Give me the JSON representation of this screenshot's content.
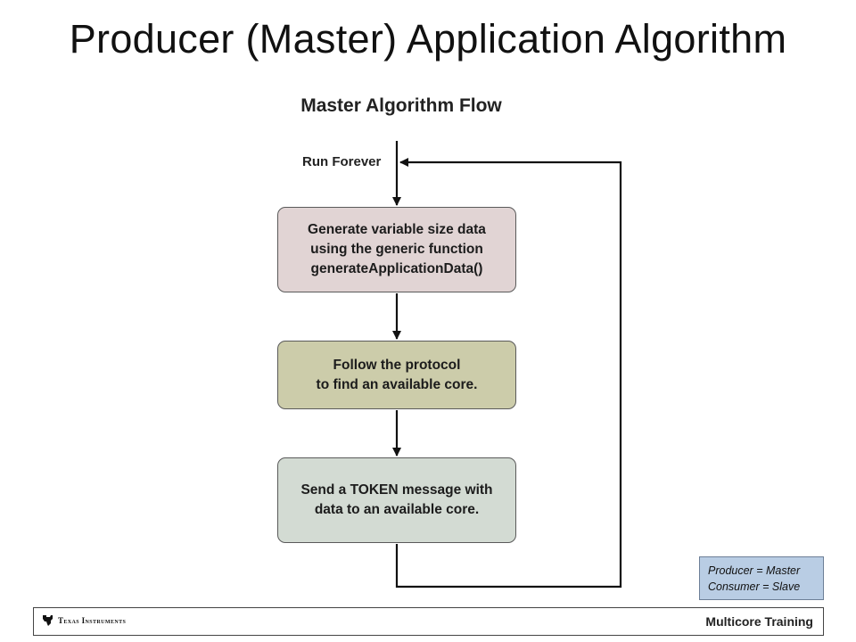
{
  "slide": {
    "title": "Producer (Master) Application Algorithm"
  },
  "diagram": {
    "title": "Master Algorithm Flow",
    "loop_label": "Run Forever",
    "steps": [
      {
        "text": "Generate variable size data\nusing the generic function\ngenerateApplicationData()",
        "fill": "#e1d4d4"
      },
      {
        "text": "Follow the protocol\nto find an available core.",
        "fill": "#ccccaa"
      },
      {
        "text": "Send a TOKEN message with\ndata to an available core.",
        "fill": "#d3dbd3"
      }
    ]
  },
  "legend": {
    "line1": "Producer = Master",
    "line2": "Consumer = Slave"
  },
  "footer": {
    "logo": "Texas Instruments",
    "brand": "Multicore Training"
  },
  "colors": {
    "legend_fill": "#b9cde4",
    "connector": "#111111"
  }
}
